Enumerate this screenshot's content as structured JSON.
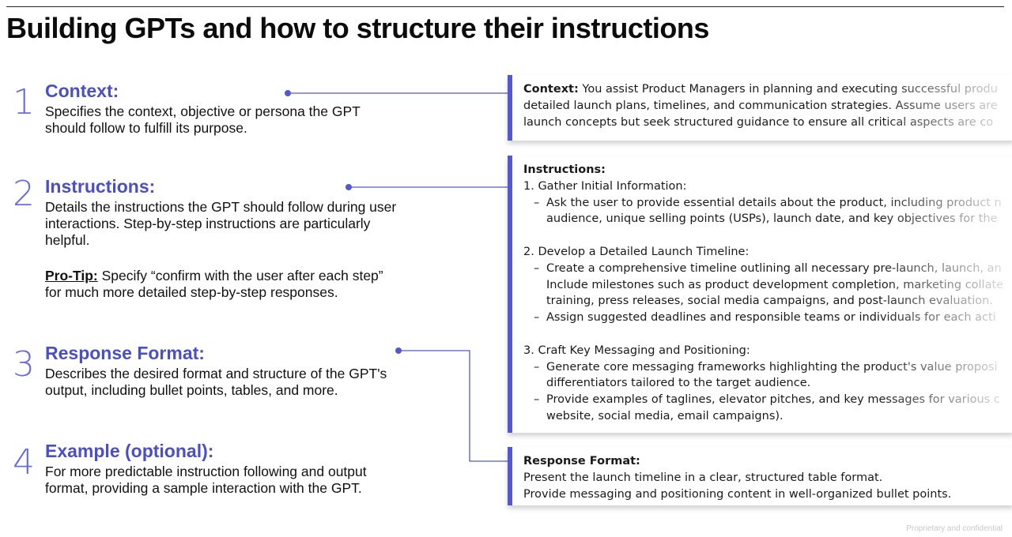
{
  "title": "Building GPTs and how to structure their instructions",
  "steps": [
    {
      "number": "1",
      "heading": "Context:",
      "description": "Specifies the context, objective or persona the GPT should follow to fulfill its purpose."
    },
    {
      "number": "2",
      "heading": "Instructions:",
      "description": "Details the instructions the GPT should follow during user interactions. Step-by-step instructions are particularly helpful.",
      "pro_tip_label": "Pro-Tip:",
      "pro_tip_text": " Specify “confirm with the user after each step” for much more detailed step-by-step responses."
    },
    {
      "number": "3",
      "heading": "Response Format:",
      "description": "Describes the desired format and structure of the GPT's output, including bullet points, tables, and more."
    },
    {
      "number": "4",
      "heading": "Example (optional):",
      "description": "For more predictable instruction following and output format, providing a sample interaction with the GPT."
    }
  ],
  "context_panel": {
    "label": "Context:",
    "lines": [
      " You assist Product Managers in planning and executing successful produ",
      "detailed launch plans, timelines, and communication strategies. Assume users are",
      "launch concepts but seek structured guidance to ensure all critical aspects are co"
    ]
  },
  "instructions_panel": {
    "label": "Instructions:",
    "sections": [
      {
        "title": "1. Gather Initial Information:",
        "bullets": [
          [
            "Ask the user to provide essential details about the product, including product n",
            "audience, unique selling points (USPs), launch date, and key objectives for the"
          ]
        ]
      },
      {
        "title": "2. Develop a Detailed Launch Timeline:",
        "bullets": [
          [
            "Create a comprehensive timeline outlining all necessary pre-launch, launch, an",
            "Include milestones such as product development completion, marketing collate",
            "training, press releases, social media campaigns, and post-launch evaluation."
          ],
          [
            "Assign suggested deadlines and responsible teams or individuals for each acti"
          ]
        ]
      },
      {
        "title": "3. Craft Key Messaging and Positioning:",
        "bullets": [
          [
            "Generate core messaging frameworks highlighting the product's value proposi",
            "differentiators tailored to the target audience."
          ],
          [
            "Provide examples of taglines, elevator pitches, and key messages for various c",
            "website, social media, email campaigns)."
          ]
        ]
      }
    ]
  },
  "response_panel": {
    "label": "Response Format:",
    "lines": [
      "Present the launch timeline in a clear, structured table format.",
      "Provide messaging and positioning content in well-organized bullet points."
    ]
  },
  "footer": "Proprietary and confidential",
  "colors": {
    "accent": "#4b4fc7",
    "border": "#5357d1",
    "number": "#6a6ce0",
    "connector": "#5357d1"
  }
}
